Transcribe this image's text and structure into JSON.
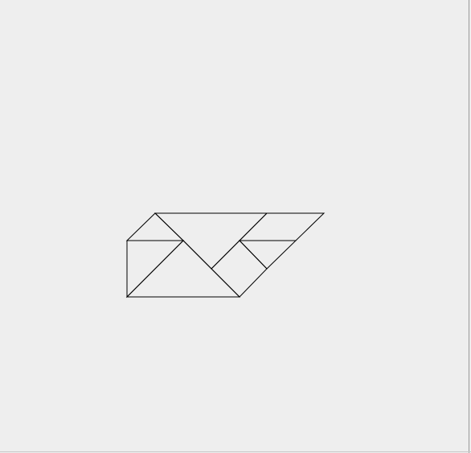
{
  "canvas": {
    "background": "#eeeeee",
    "stroke_color": "#000000"
  },
  "puzzle": {
    "type": "tangram",
    "pieces": [
      {
        "name": "large-triangle-left",
        "shape": "triangle"
      },
      {
        "name": "large-triangle-bottom",
        "shape": "triangle"
      },
      {
        "name": "small-triangle-top-left",
        "shape": "triangle"
      },
      {
        "name": "square",
        "shape": "square"
      },
      {
        "name": "medium-triangle-top",
        "shape": "triangle"
      },
      {
        "name": "small-triangle-right",
        "shape": "triangle"
      },
      {
        "name": "parallelogram-right",
        "shape": "parallelogram"
      }
    ]
  }
}
